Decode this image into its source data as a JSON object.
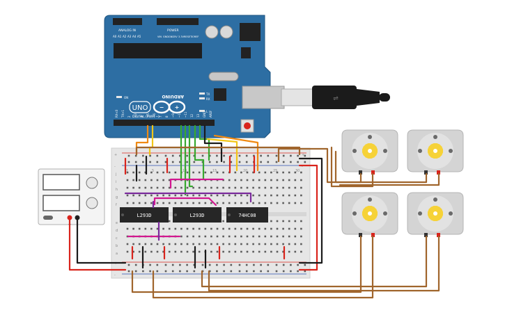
{
  "arduino": {
    "brand": "ARDUINO",
    "model": "UNO",
    "header_analog": "ANALOG IN",
    "header_power": "POWER",
    "header_digital": "DIGITAL (PWM ~)",
    "analog_pins": [
      "A0",
      "A1",
      "A2",
      "A3",
      "A4",
      "A5"
    ],
    "power_pins": [
      "VIN",
      "GND",
      "GND",
      "5V",
      "3.3V",
      "RESET",
      "IOREF"
    ],
    "digital_pins": [
      "RX<0",
      "TX>1",
      "2",
      "~3",
      "4",
      "~5",
      "~6",
      "7",
      "8",
      "~9",
      "~10",
      "~11",
      "12",
      "13",
      "GND",
      "AREF"
    ],
    "leds": [
      "ON",
      "TX",
      "RX",
      "L"
    ],
    "board_color": "#2d6ea3"
  },
  "chips": {
    "chip1": "L293D",
    "chip2": "L293D",
    "chip3": "74HC08"
  },
  "breadboard": {
    "row_letters_top": [
      "j",
      "i",
      "h",
      "g",
      "f"
    ],
    "row_letters_bottom": [
      "e",
      "d",
      "c",
      "b",
      "a"
    ],
    "column_numbers": [
      "1",
      "5",
      "10",
      "15",
      "20",
      "25",
      "30"
    ],
    "rail_plus": "+",
    "rail_minus": "-"
  },
  "power_supply": {
    "terminal_plus": "+",
    "terminal_minus": "-"
  },
  "motors": [
    "dc-motor-1",
    "dc-motor-2",
    "dc-motor-3",
    "dc-motor-4"
  ],
  "colors": {
    "wire_red": "#d9241c",
    "wire_black": "#1a1a1a",
    "wire_brown": "#a0652c",
    "wire_green": "#37a82f",
    "wire_orange": "#f08a12",
    "wire_yellow": "#f2c617",
    "wire_purple": "#7a2a9c",
    "wire_magenta": "#d2178f",
    "motor_gear": "#f6d238"
  }
}
